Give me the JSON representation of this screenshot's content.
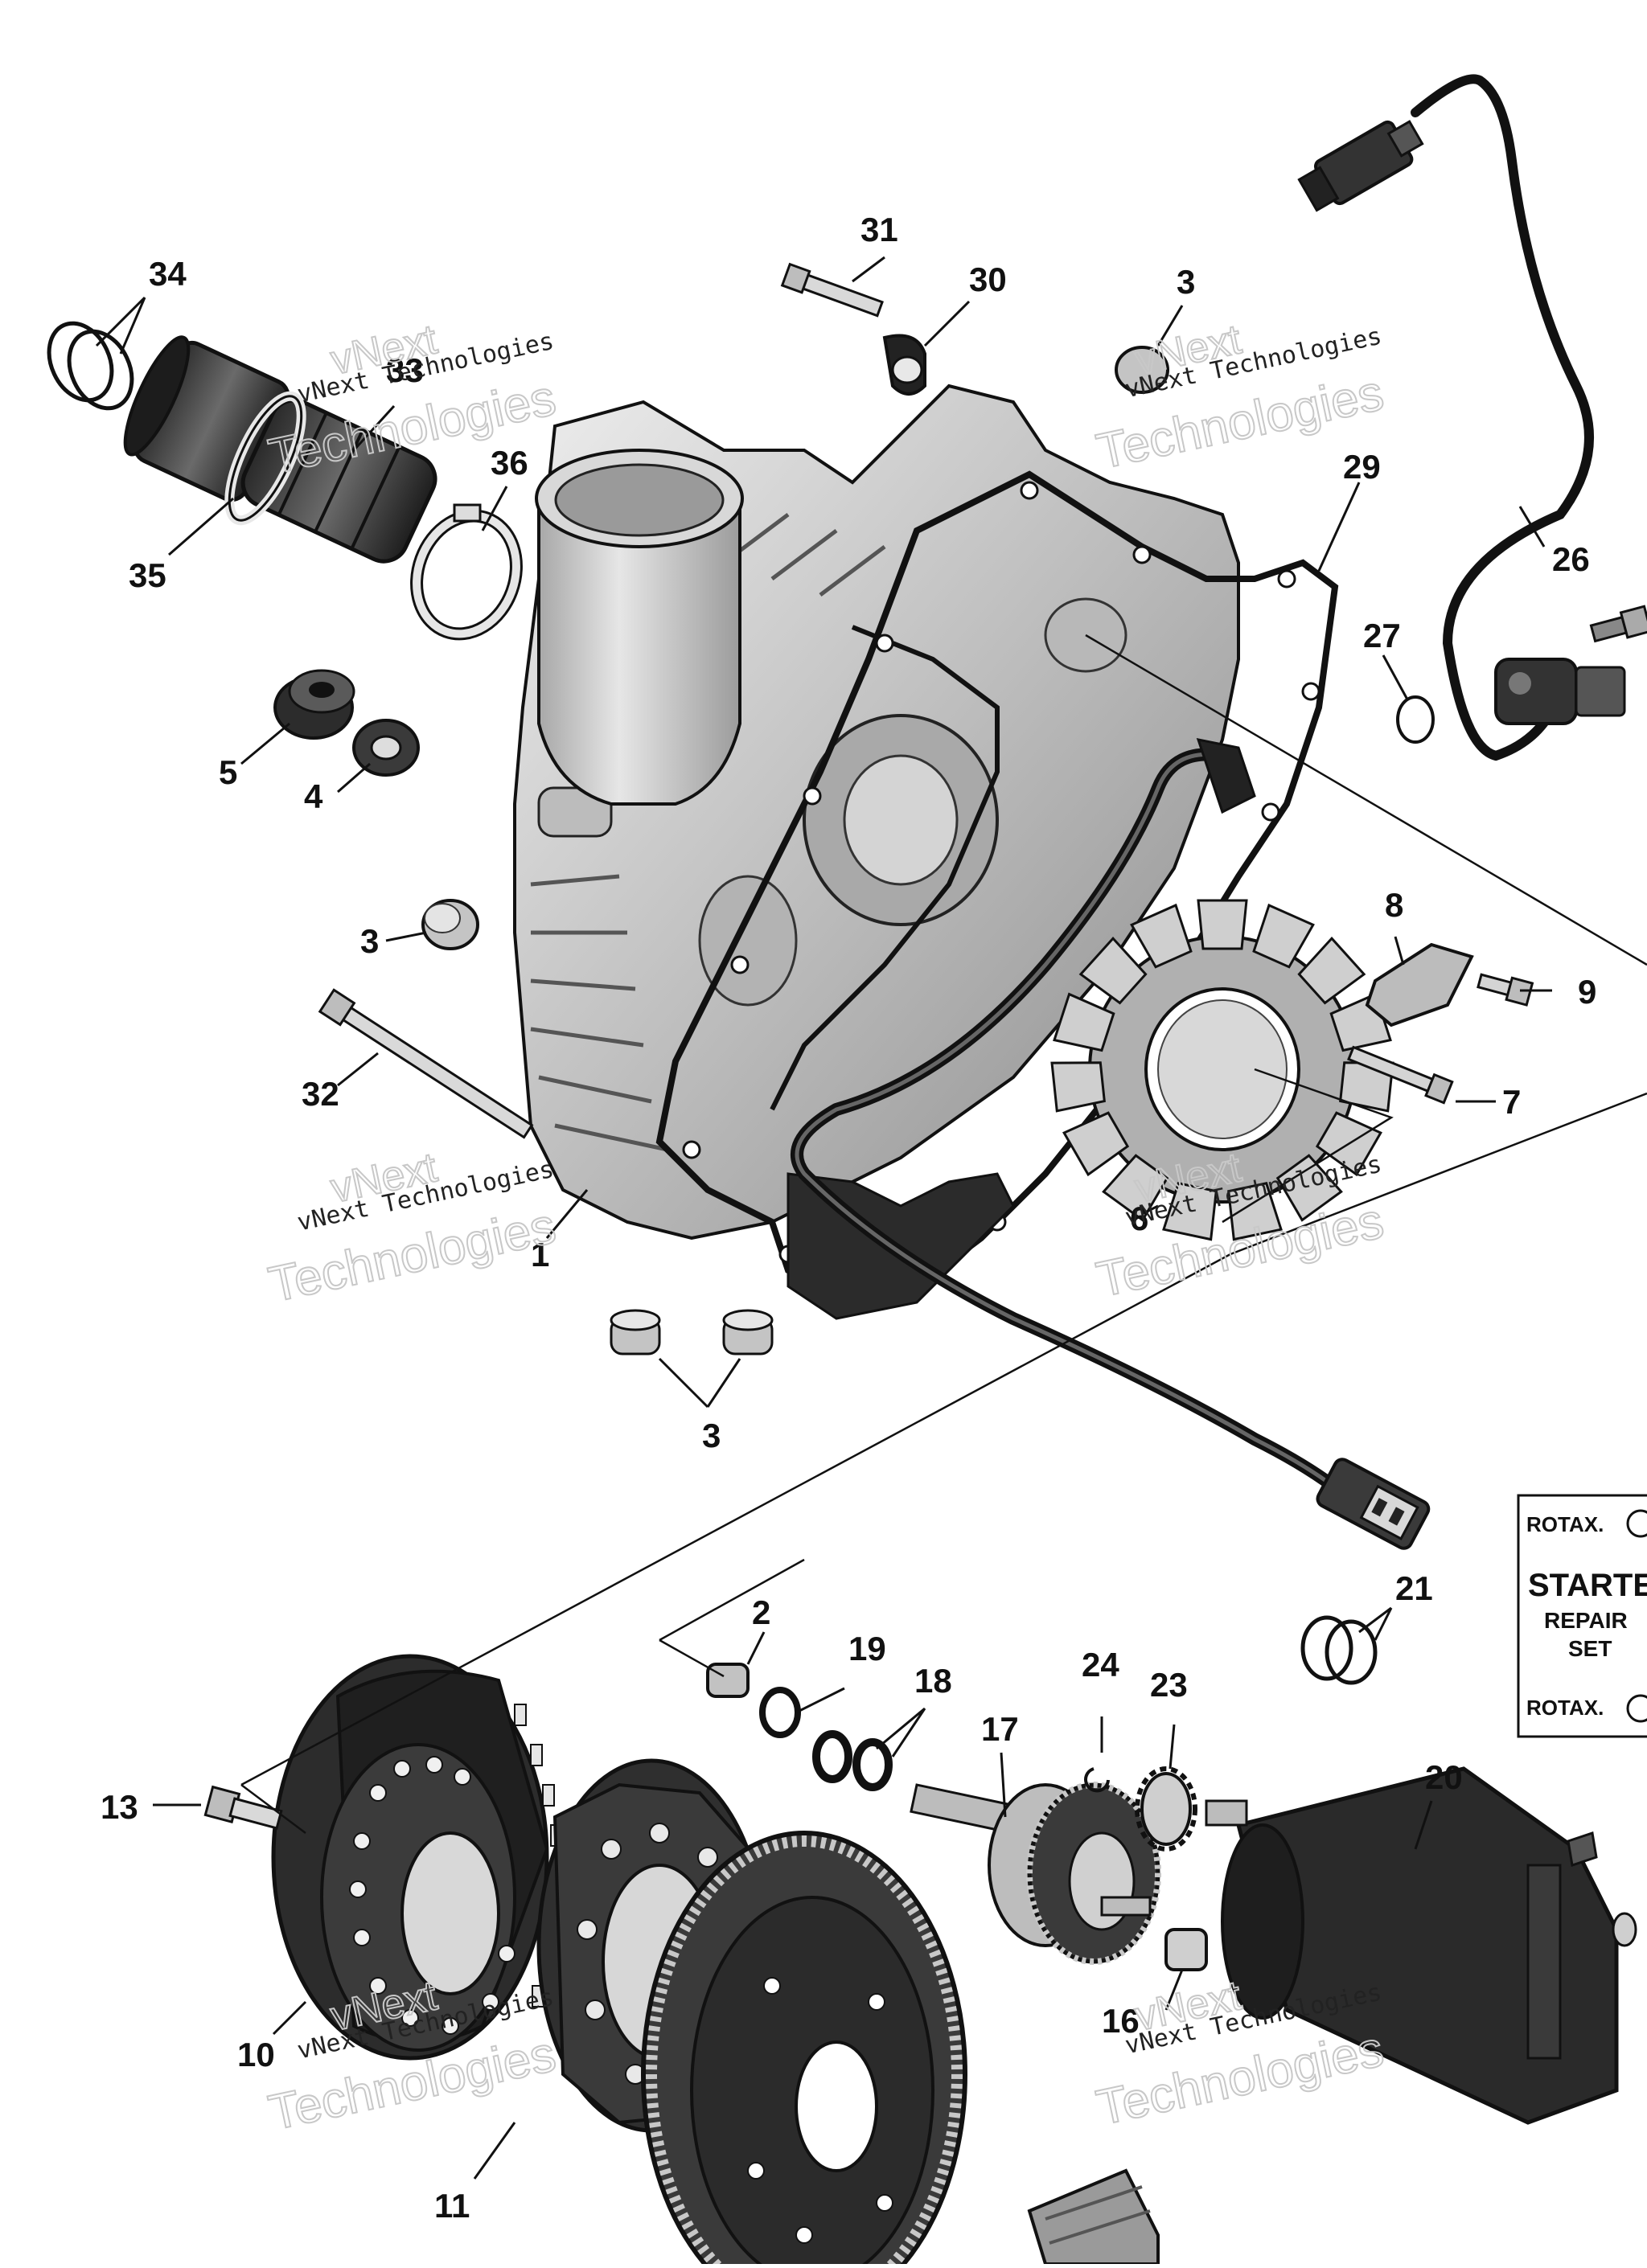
{
  "callouts": {
    "c34": "34",
    "c33": "33",
    "c35": "35",
    "c36": "36",
    "c31": "31",
    "c30": "30",
    "c3a": "3",
    "c29": "29",
    "c26": "26",
    "c27": "27",
    "c5": "5",
    "c4": "4",
    "c3b": "3",
    "c8": "8",
    "c9": "9",
    "c7": "7",
    "c32": "32",
    "c1": "1",
    "c6": "6",
    "c3c": "3",
    "c2": "2",
    "c19": "19",
    "c18": "18",
    "c24": "24",
    "c23": "23",
    "c17": "17",
    "c21": "21",
    "c20": "20",
    "c13": "13",
    "c10": "10",
    "c11": "11",
    "c16": "16"
  },
  "watermark": {
    "line_top": "vNext",
    "line_mid": "vNext Technologies",
    "line_big": "Technologies"
  },
  "starter_kit": {
    "brand": "ROTAX.",
    "title": "STARTER",
    "line1": "REPAIR",
    "line2": "SET"
  },
  "colors": {
    "part_fill": "#c9c9c9",
    "part_dark": "#3a3a3a",
    "line": "#111111"
  }
}
